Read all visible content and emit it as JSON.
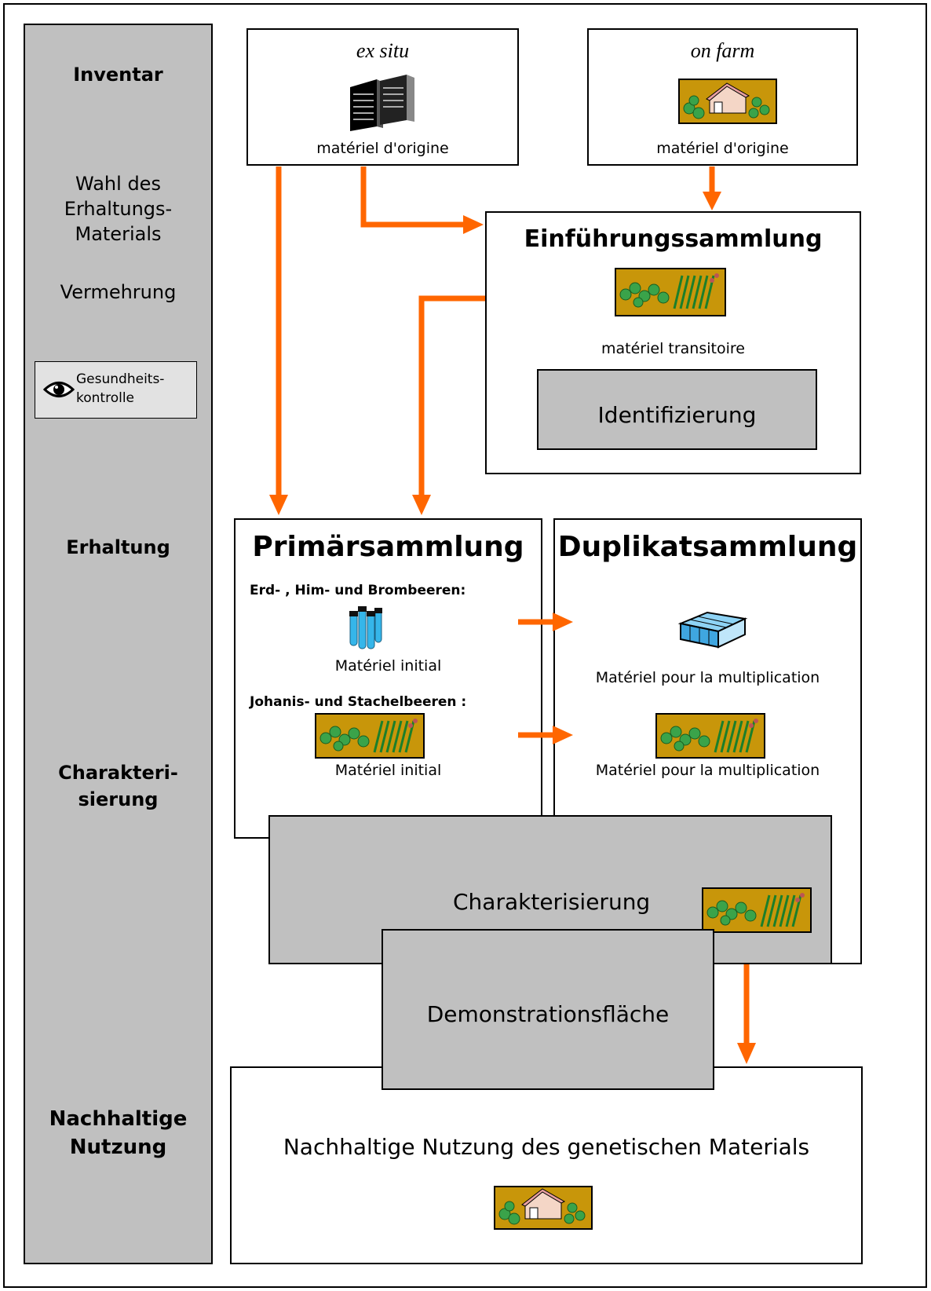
{
  "sidebar": {
    "inventar": "Inventar",
    "wahl": [
      "Wahl des",
      "Erhaltungs-",
      "Materials"
    ],
    "vermehrung": "Vermehrung",
    "gesundheit": [
      "Gesundheits-",
      "kontrolle"
    ],
    "erhaltung": "Erhaltung",
    "charakterisierung": [
      "Charakteri-",
      "sierung"
    ],
    "nutzung": [
      "Nachhaltige",
      "Nutzung"
    ]
  },
  "exsitu": {
    "title": "ex situ",
    "caption": "matériel d'origine"
  },
  "onfarm": {
    "title": "on farm",
    "caption": "matériel d'origine"
  },
  "einfuehrung": {
    "title": "Einführungssammlung",
    "caption": "matériel transitoire",
    "identifizierung": "Identifizierung"
  },
  "primaer": {
    "title": "Primärsammlung",
    "group1": "Erd- , Him- und Brombeeren:",
    "caption1": "Matériel initial",
    "group2": "Johanis- und Stachelbeeren :",
    "caption2": "Matériel initial"
  },
  "duplikat": {
    "title": "Duplikatsammlung",
    "caption1": "Matériel pour la multiplication",
    "caption2": "Matériel pour la multiplication"
  },
  "charakterisierung": {
    "label": "Charakterisierung"
  },
  "demonstration": {
    "label": "Demonstrationsfläche"
  },
  "nutzung": {
    "label": "Nachhaltige Nutzung des genetischen Materials"
  },
  "colors": {
    "arrow": "#ff6600",
    "gray": "#c0c0c0",
    "field": "#c8960a",
    "tree": "#3aa34a"
  },
  "icons": {
    "server": "server-icon",
    "farm": "farm-icon",
    "field": "field-icon",
    "tubes": "test-tubes-icon",
    "greenhouse": "greenhouse-icon",
    "eye": "eye-icon"
  }
}
